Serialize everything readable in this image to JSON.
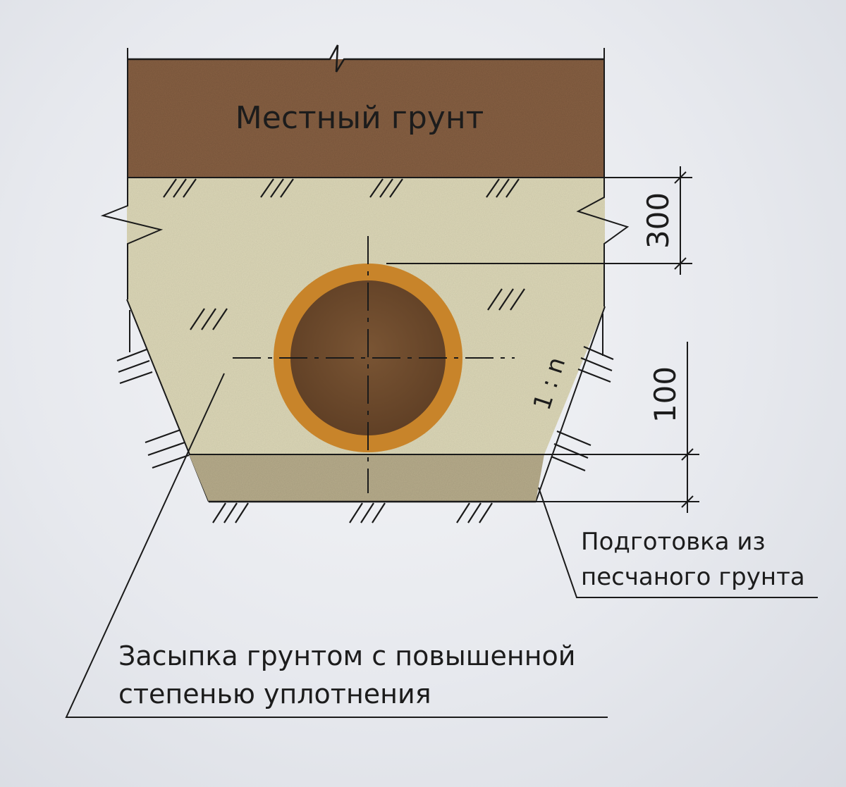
{
  "labels": {
    "local_soil": "Местный грунт",
    "dim_top": "300",
    "dim_bottom": "100",
    "slope": "1 : n",
    "sand_bed_line1": "Подготовка из",
    "sand_bed_line2": "песчаного грунта",
    "backfill_line1": "Засыпка грунтом с повышенной",
    "backfill_line2": "степенью уплотнения"
  },
  "colors": {
    "local_soil": "#8a6244",
    "backfill": "#ddd8b8",
    "sand_bed": "#b8ad8c",
    "pipe_wall": "#c8842a",
    "pipe_inner": "#6e4a2c"
  }
}
